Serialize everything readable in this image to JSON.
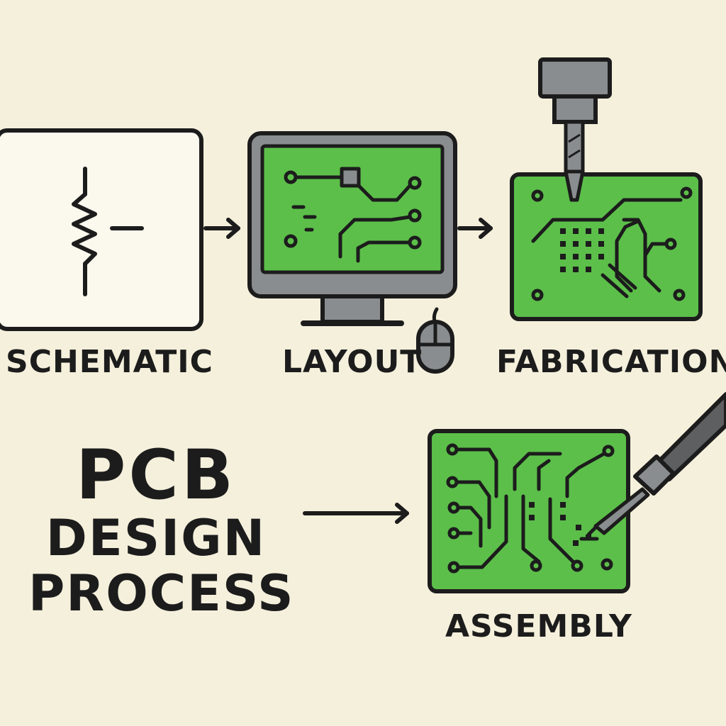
{
  "colors": {
    "background": "#f5f0dc",
    "ink": "#1c1c1c",
    "board_green": "#5cbf4a",
    "monitor_gray": "#8a8d8f",
    "panel_white": "#fbf8ee"
  },
  "steps": {
    "schematic": "SCHEMATIC",
    "layout": "LAYOUT",
    "fabrication": "FABRICATION",
    "assembly": "ASSEMBLY"
  },
  "title": {
    "line1": "PCB",
    "line2": "DESIGN",
    "line3": "PROCESS"
  },
  "icons": {
    "schematic": "resistor-icon",
    "layout": "monitor-icon",
    "mouse": "mouse-icon",
    "fabrication": "drill-icon",
    "assembly": "soldering-iron-icon"
  }
}
